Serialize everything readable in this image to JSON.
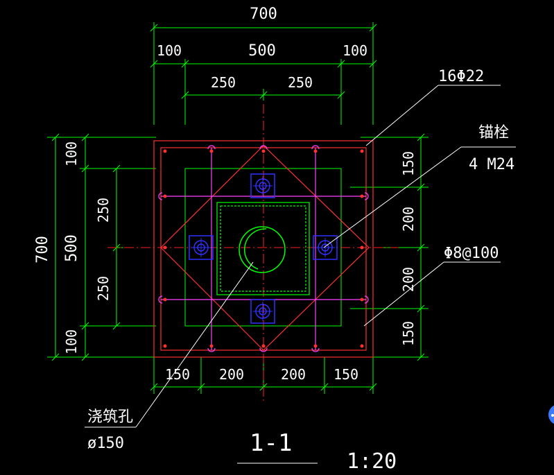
{
  "colors": {
    "background": "#000000",
    "dimension": "#00ff00",
    "outline": "#ff3030",
    "rebar": "#ff40ff",
    "anchor": "#3030ff",
    "centerline": "#ff2020",
    "text": "#ffffff",
    "button": "#3a7bff"
  },
  "dimensions": {
    "top_total": "700",
    "top_left": "100",
    "top_mid": "500",
    "top_right": "100",
    "top_half_left": "250",
    "top_half_right": "250",
    "left_total": "700",
    "left_mid": "500",
    "left_top": "100",
    "left_upper": "250",
    "left_lower": "250",
    "left_bottom": "100",
    "right_1": "150",
    "right_2": "200",
    "right_3": "200",
    "right_4": "150",
    "bottom_1": "150",
    "bottom_2": "200",
    "bottom_3": "200",
    "bottom_4": "150"
  },
  "annotations": {
    "rebar_label": "16Φ22",
    "anchor_label": "锚栓",
    "anchor_spec": "4 M24",
    "stirrup_label": "Φ8@100",
    "hole_label": "浇筑孔",
    "hole_size": "ø150"
  },
  "drawing": {
    "section_title": "1-1",
    "scale": "1:20"
  },
  "ui": {
    "corner_button_icon": "circle-button-icon"
  }
}
